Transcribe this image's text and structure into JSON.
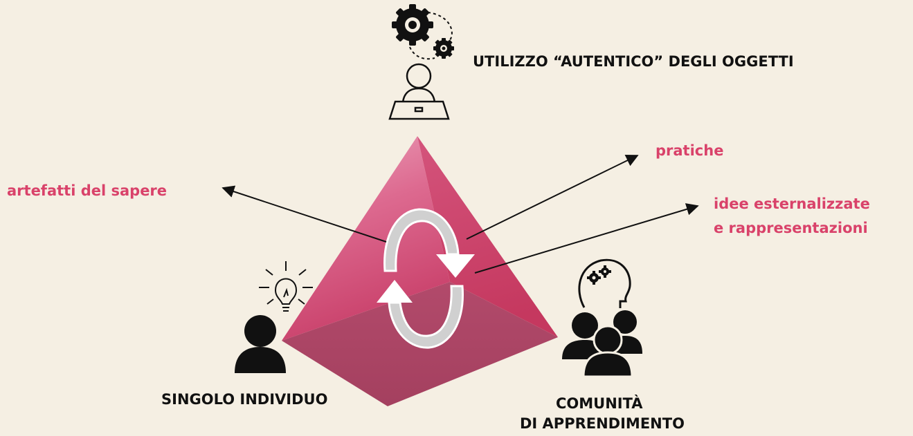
{
  "labels": {
    "top": "UTILIZZO “AUTENTICO” DEGLI OGGETTI",
    "left": "SINGOLO INDIVIDUO",
    "right_line1": "COMUNITÀ",
    "right_line2": "DI APPRENDIMENTO"
  },
  "annotations": {
    "artefatti": "artefatti del sapere",
    "pratiche": "pratiche",
    "idee_line1": "idee esternalizzate",
    "idee_line2": "e rappresentazioni"
  },
  "colors": {
    "accent": "#d9426a",
    "background": "#f5efe3",
    "pyramid_light": "#e487a4",
    "pyramid_mid": "#cf4670",
    "pyramid_dark": "#a94866",
    "icons": "#111111"
  },
  "icons": [
    "gears-icon",
    "laptop-user-icon",
    "lightbulb-icon",
    "person-icon",
    "head-gears-icon",
    "group-icon",
    "cycle-arrows-icon"
  ]
}
